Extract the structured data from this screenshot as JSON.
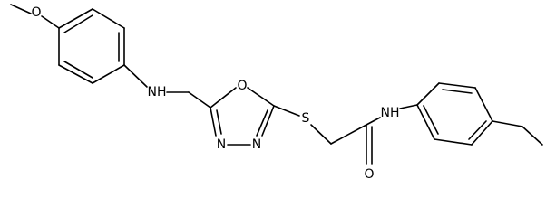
{
  "atoms": {
    "methoxy_oxygen": "O",
    "amine_nitrogen": "NH",
    "ring_oxygen": "O",
    "ring_nitrogen_left": "N",
    "ring_nitrogen_right": "N",
    "sulfur": "S",
    "amide_nitrogen": "NH",
    "carbonyl_oxygen": "O"
  },
  "colors": {
    "bond": "#000000",
    "label": "#000000",
    "background": "#ffffff"
  }
}
